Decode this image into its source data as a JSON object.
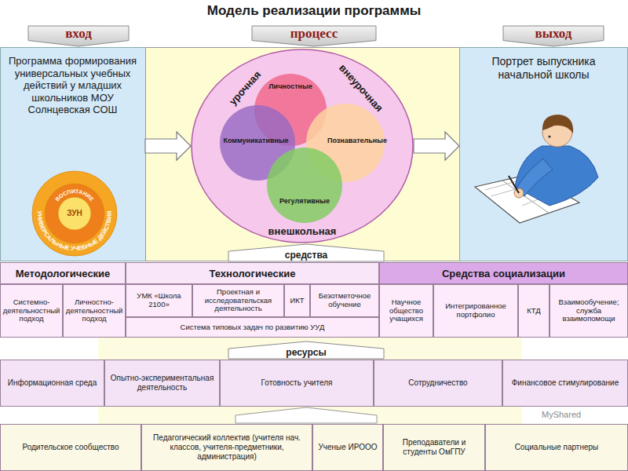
{
  "diagram": {
    "title": "Модель реализации программы",
    "nodes": [
      {
        "text": [
          "вход"
        ]
      },
      {
        "text": [
          "процесс"
        ]
      },
      {
        "text": [
          "выход"
        ]
      },
      {
        "text": [
          "Программа формирования универсальных учебных действий у младших школьников МОУ Солнцевская СОШ"
        ]
      },
      {
        "text": [
          "УНИВЕРСАЛЬНЫЕ УЧЕБНЫЕ ДЕЙСТВИЯ"
        ],
        "in": 3
      },
      {
        "text": [
          "ВОСПИТАНИЕ"
        ],
        "in": 4
      },
      {
        "text": [
          "ЗУН"
        ],
        "in": 5
      },
      {
        "text": [
          "урочная",
          "внеурочная",
          "внешкольная"
        ]
      },
      {
        "text": [
          "Личностные"
        ],
        "in": 7
      },
      {
        "text": [
          "Коммуникативные"
        ],
        "in": 7
      },
      {
        "text": [
          "Познавательные"
        ],
        "in": 7
      },
      {
        "text": [
          "Регулятивные"
        ],
        "in": 7
      },
      {
        "text": [
          "Портрет выпускника начальной школы"
        ]
      },
      {
        "text": [
          "средства"
        ]
      },
      {
        "text": [
          "Методологические"
        ]
      },
      {
        "text": [
          "Технологические"
        ]
      },
      {
        "text": [
          "Средства социализации"
        ]
      },
      {
        "text": [
          "Системно-деятельностный подход"
        ]
      },
      {
        "text": [
          "Личностно-деятельностный подход"
        ]
      },
      {
        "text": [
          "УМК «Школа 2100»"
        ]
      },
      {
        "text": [
          "Проектная и исследовательская деятельность"
        ]
      },
      {
        "text": [
          "ИКТ"
        ]
      },
      {
        "text": [
          "Безотметочное обучение"
        ]
      },
      {
        "text": [
          "Научное общество учащихся"
        ]
      },
      {
        "text": [
          "Интегрированное портфолио"
        ]
      },
      {
        "text": [
          "КТД"
        ]
      },
      {
        "text": [
          "Взаимообучение; служба взаимопомощи"
        ]
      },
      {
        "text": [
          "Система типовых задач по развитию УУД"
        ]
      },
      {
        "text": [
          "ресурсы"
        ]
      },
      {
        "text": [
          "Информационная среда"
        ]
      },
      {
        "text": [
          "Опытно-экспериментальная деятельность"
        ]
      },
      {
        "text": [
          "Готовность учителя"
        ]
      },
      {
        "text": [
          "Сотрудничество"
        ]
      },
      {
        "text": [
          "Финансовое стимулирование"
        ]
      },
      {
        "text": [
          "Родительское сообщество"
        ]
      },
      {
        "text": [
          "Педагогический коллектив (учителя нач. классов, учителя-предметники, администрация)"
        ]
      },
      {
        "text": [
          "Ученые ИРООО"
        ]
      },
      {
        "text": [
          "Преподаватели и студенты ОмГПУ"
        ]
      },
      {
        "text": [
          "Социальные партнеры"
        ]
      }
    ],
    "edges": [
      {
        "from": 3,
        "to": 7,
        "arrow": "to"
      },
      {
        "from": 7,
        "to": 12,
        "arrow": "to"
      }
    ],
    "labels": [
      "MyShared"
    ]
  }
}
